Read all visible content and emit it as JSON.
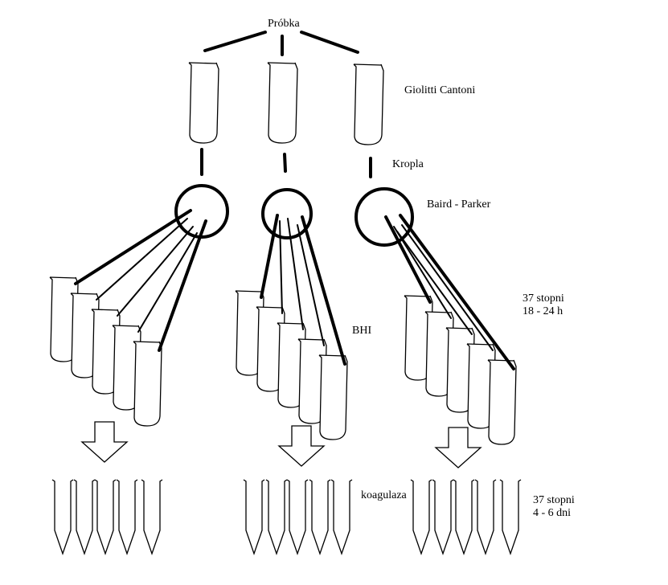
{
  "labels": {
    "sample": "Próbka",
    "medium1": "Giolitti Cantoni",
    "drop": "Kropla",
    "medium2": "Baird - Parker",
    "incubation1_temp": "37 stopni",
    "incubation1_time": "18 - 24 h",
    "broth": "BHI",
    "test": "koagulaza",
    "incubation2_temp": "37 stopni",
    "incubation2_time": "4 - 6 dni"
  },
  "colors": {
    "ink": "#000000",
    "background": "#ffffff"
  }
}
